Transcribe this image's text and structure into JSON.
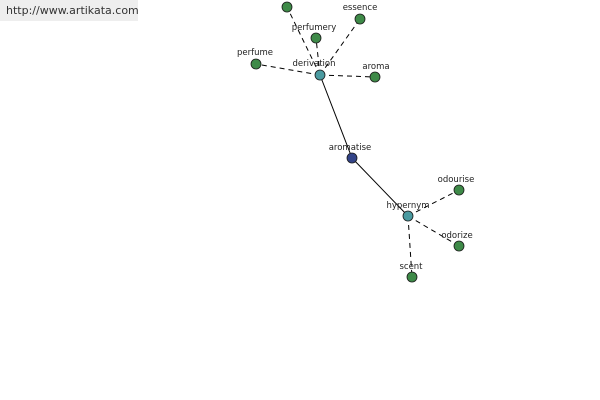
{
  "site_url": "http://www.artikata.com",
  "colors": {
    "center": "#334488",
    "relation": "#4a9aa0",
    "term": "#3e8a48",
    "edge": "#000000"
  },
  "nodes": {
    "top_unlabeled": {
      "label": "",
      "kind": "term"
    },
    "essence": {
      "label": "essence",
      "kind": "term"
    },
    "perfumery": {
      "label": "perfumery",
      "kind": "term"
    },
    "perfume": {
      "label": "perfume",
      "kind": "term"
    },
    "derivation": {
      "label": "derivation",
      "kind": "relation"
    },
    "aroma": {
      "label": "aroma",
      "kind": "term"
    },
    "aromatise": {
      "label": "aromatise",
      "kind": "center"
    },
    "odourise": {
      "label": "odourise",
      "kind": "term"
    },
    "hypernym": {
      "label": "hypernym",
      "kind": "relation"
    },
    "odorize": {
      "label": "odorize",
      "kind": "term"
    },
    "scent": {
      "label": "scent",
      "kind": "term"
    }
  },
  "edges": [
    {
      "from": "aromatise",
      "to": "derivation",
      "style": "solid"
    },
    {
      "from": "aromatise",
      "to": "hypernym",
      "style": "solid"
    },
    {
      "from": "derivation",
      "to": "top_unlabeled",
      "style": "dashed"
    },
    {
      "from": "derivation",
      "to": "essence",
      "style": "dashed"
    },
    {
      "from": "derivation",
      "to": "perfumery",
      "style": "dashed"
    },
    {
      "from": "derivation",
      "to": "perfume",
      "style": "dashed"
    },
    {
      "from": "derivation",
      "to": "aroma",
      "style": "dashed"
    },
    {
      "from": "hypernym",
      "to": "odourise",
      "style": "dashed"
    },
    {
      "from": "hypernym",
      "to": "odorize",
      "style": "dashed"
    },
    {
      "from": "hypernym",
      "to": "scent",
      "style": "dashed"
    }
  ]
}
